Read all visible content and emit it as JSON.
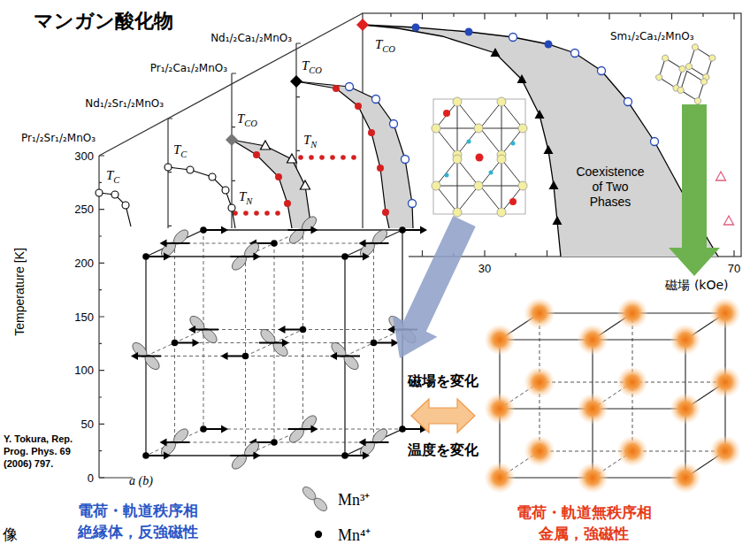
{
  "diagram": {
    "title": "マンガン酸化物",
    "nodes": [
      {
        "text": [
          "電荷・軌道秩序相",
          "絶縁体，反強磁性"
        ]
      },
      {
        "text": [
          "電荷・軌道無秩序相",
          "金属，強磁性"
        ]
      }
    ],
    "edges": [
      {
        "from": 0,
        "to": 1,
        "arrow": "both",
        "label": "磁場を変化"
      }
    ],
    "labels": [
      "Nd₁/₂Ca₁/₂MnO₃",
      "Pr₁/₂Ca₁/₂MnO₃",
      "Nd₁/₂Sr₁/₂MnO₃",
      "Pr₁/₂Sr₁/₂MnO₃",
      "Sm₁/₂Ca₁/₂MnO₃",
      "TCO",
      "TCO",
      "TN",
      "TCO",
      "TN",
      "TC",
      "TC",
      "300",
      "250",
      "200",
      "150",
      "100",
      "50",
      "0",
      "Temperature [K]",
      "Coexistence of Two Phases",
      "30",
      "70",
      "磁場 (kOe)",
      "Y. Tokura, Rep. Prog. Phys. 69 (2006) 797.",
      "a (b)",
      "温度を変化",
      "像"
    ],
    "legend": [
      {
        "text": "Mn³⁺"
      },
      {
        "text": "Mn⁴⁺"
      }
    ]
  }
}
